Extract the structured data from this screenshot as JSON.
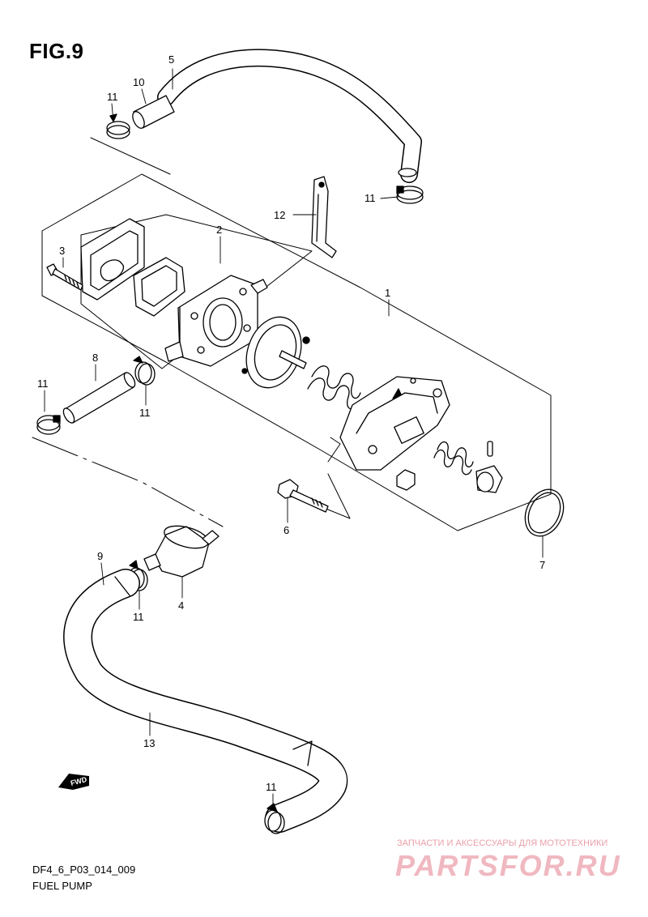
{
  "figure": {
    "title": "FIG.9",
    "code": "DF4_6_P03_014_009",
    "subtitle": "FUEL PUMP"
  },
  "fwd_label": "FWD",
  "part_labels": {
    "p1": "1",
    "p2": "2",
    "p3": "3",
    "p4": "4",
    "p5": "5",
    "p6": "6",
    "p7": "7",
    "p8": "8",
    "p9": "9",
    "p10": "10",
    "p11a": "11",
    "p11b": "11",
    "p11c": "11",
    "p11d": "11",
    "p11e": "11",
    "p11f": "11",
    "p12": "12",
    "p13": "13"
  },
  "watermark": {
    "tagline": "ЗАПЧАСТИ И АКСЕССУАРЫ ДЛЯ МОТОТЕХНИКИ",
    "logo": "PARTSFOR.RU"
  }
}
